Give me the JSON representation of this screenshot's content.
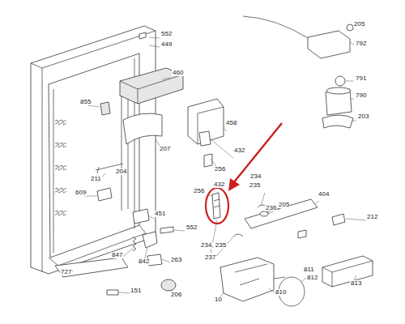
{
  "diagram": {
    "labels": [
      "552",
      "449",
      "205",
      "792",
      "460",
      "791",
      "790",
      "855",
      "458",
      "203",
      "207",
      "432",
      "256",
      "204",
      "211",
      "609",
      "234",
      "235",
      "256",
      "432",
      "404",
      "236",
      "205",
      "212",
      "451",
      "234, 235",
      "552",
      "237",
      "847",
      "842",
      "263",
      "811",
      "727",
      "151",
      "206",
      "10",
      "810",
      "812",
      "813"
    ]
  }
}
